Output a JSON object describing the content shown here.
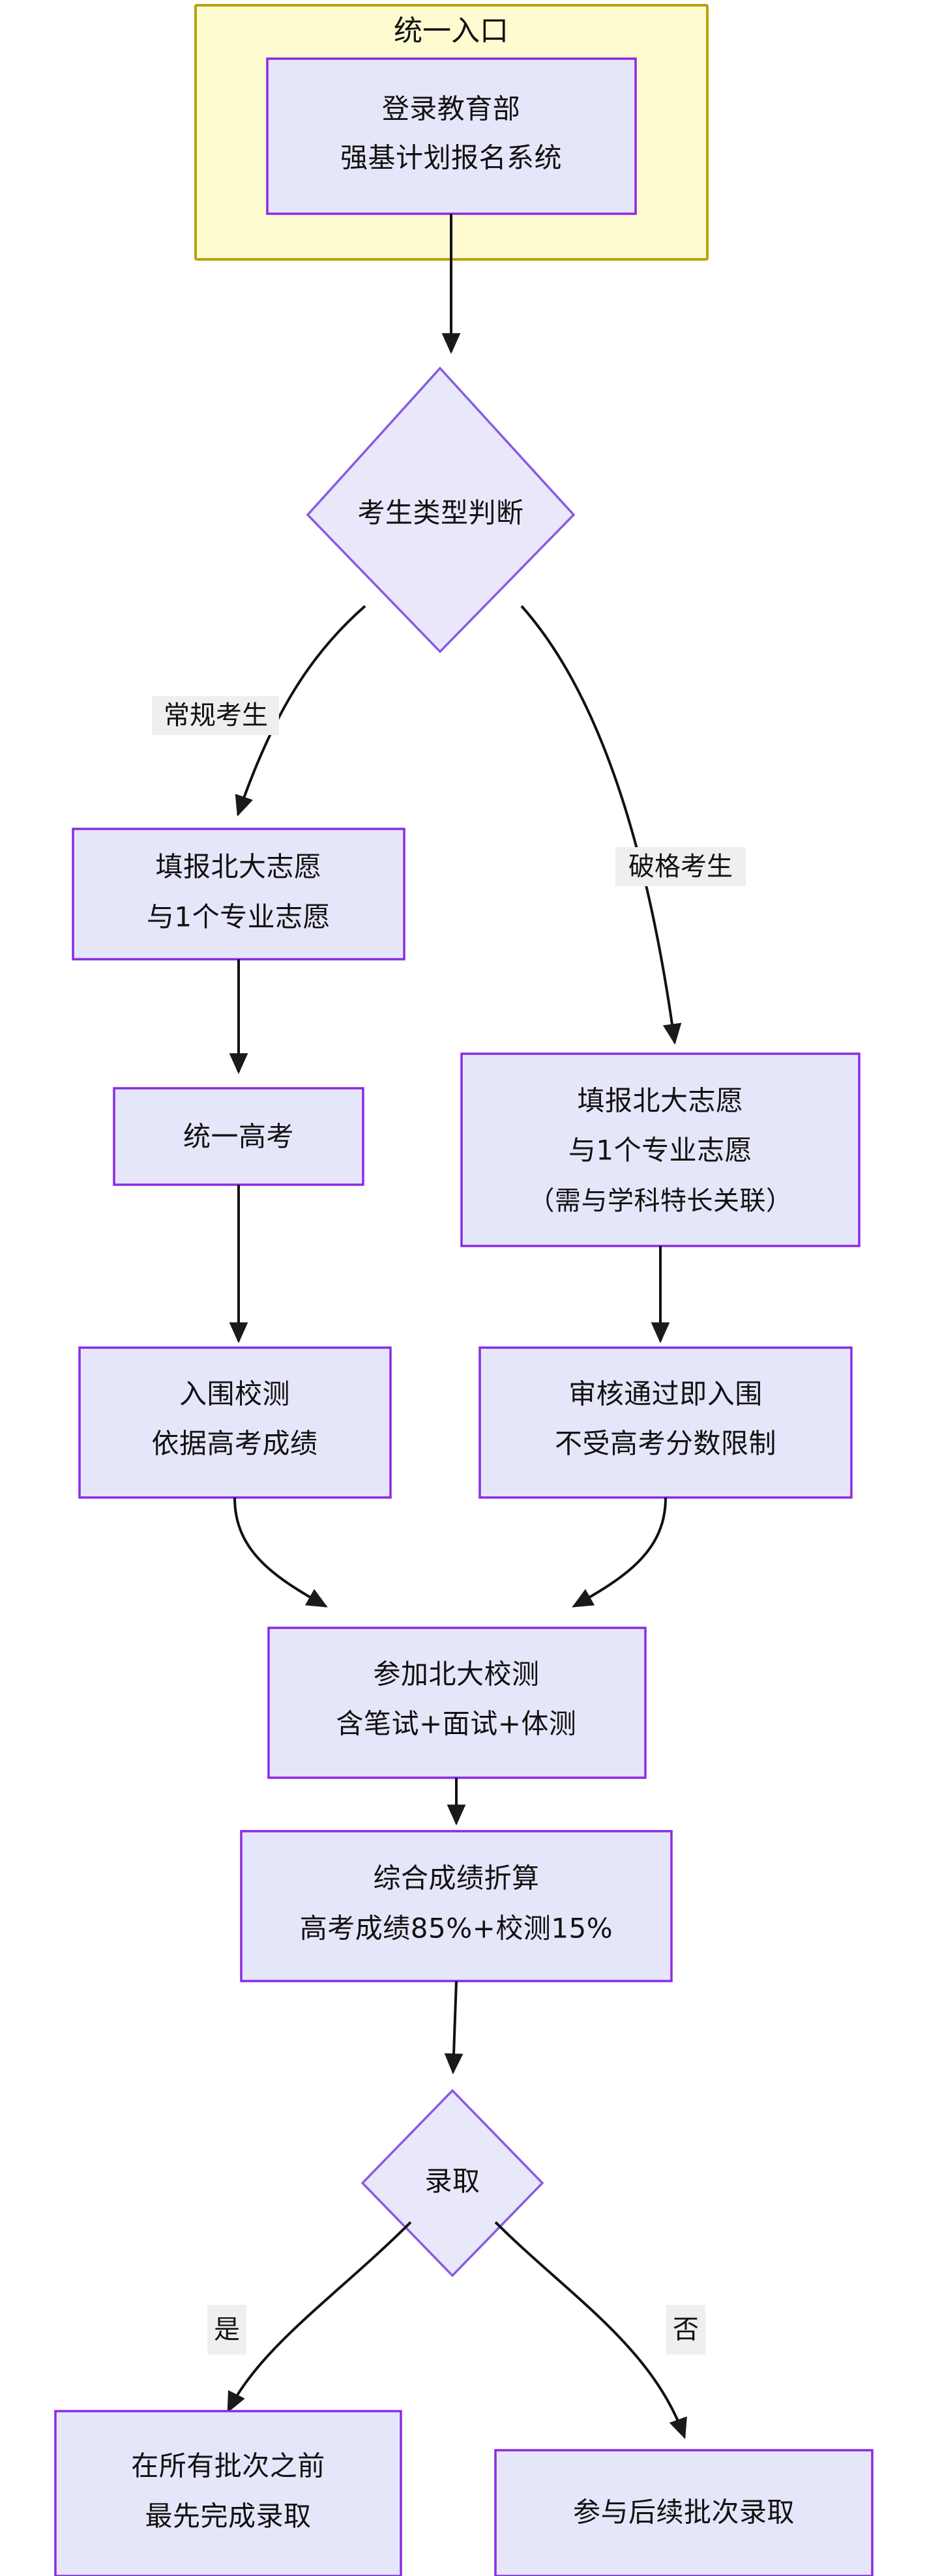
{
  "diagram": {
    "type": "flowchart",
    "title_group": "统一入口",
    "colors": {
      "process_fill": "#e6e6fa",
      "process_stroke": "#8a2be2",
      "decision_fill": "#e8e8fa",
      "decision_stroke": "#8a5be2",
      "group_fill": "#fdfbcf",
      "group_stroke": "#b7a30c",
      "edge": "#111111",
      "label_bg": "#efefef",
      "text": "#121212",
      "background": "#ffffff"
    }
  },
  "nodes": {
    "entry_group_title": "统一入口",
    "login": {
      "line1": "登录教育部",
      "line2": "强基计划报名系统"
    },
    "candidate_type": {
      "label": "考生类型判断"
    },
    "regular_apply": {
      "line1": "填报北大志愿",
      "line2": "与1个专业志愿"
    },
    "exception_apply": {
      "line1": "填报北大志愿",
      "line2": "与1个专业志愿",
      "line3": "（需与学科特长关联）"
    },
    "gaokao": {
      "line1": "统一高考"
    },
    "regular_shortlist": {
      "line1": "入围校测",
      "line2": "依据高考成绩"
    },
    "exception_shortlist": {
      "line1": "审核通过即入围",
      "line2": "不受高考分数限制"
    },
    "school_test": {
      "line1": "参加北大校测",
      "line2": "含笔试+面试+体测"
    },
    "score_calc": {
      "line1": "综合成绩折算",
      "line2": "高考成绩85%+校测15%"
    },
    "admission": {
      "label": "录取"
    },
    "admitted_first": {
      "line1": "在所有批次之前",
      "line2": "最先完成录取"
    },
    "later_batch": {
      "line1": "参与后续批次录取"
    }
  },
  "edge_labels": {
    "regular": "常规考生",
    "exception": "破格考生",
    "yes": "是",
    "no": "否"
  }
}
